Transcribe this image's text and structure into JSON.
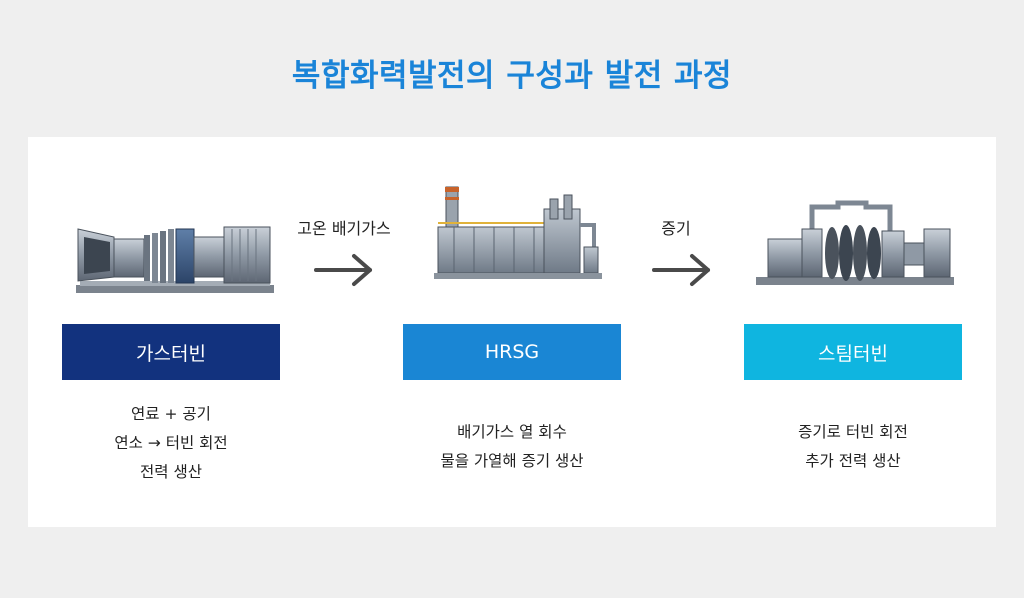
{
  "title": "복합화력발전의 구성과 발전 과정",
  "colors": {
    "title": "#1a84d8",
    "gas_turbine": "#12327e",
    "hrsg": "#1a86d4",
    "steam_turbine": "#0fb5e0"
  },
  "stages": [
    {
      "label": "가스터빈",
      "icon": "gas-turbine-icon",
      "lines": [
        "연료 + 공기",
        "연소 → 터빈 회전",
        "전력 생산"
      ]
    },
    {
      "label": "HRSG",
      "icon": "hrsg-icon",
      "lines": [
        "배기가스 열 회수",
        "물을 가열해 증기 생산"
      ]
    },
    {
      "label": "스팀터빈",
      "icon": "steam-turbine-icon",
      "lines": [
        "증기로 터빈 회전",
        "추가 전력 생산"
      ]
    }
  ],
  "connectors": [
    {
      "label": "고온 배기가스"
    },
    {
      "label": "증기"
    }
  ]
}
